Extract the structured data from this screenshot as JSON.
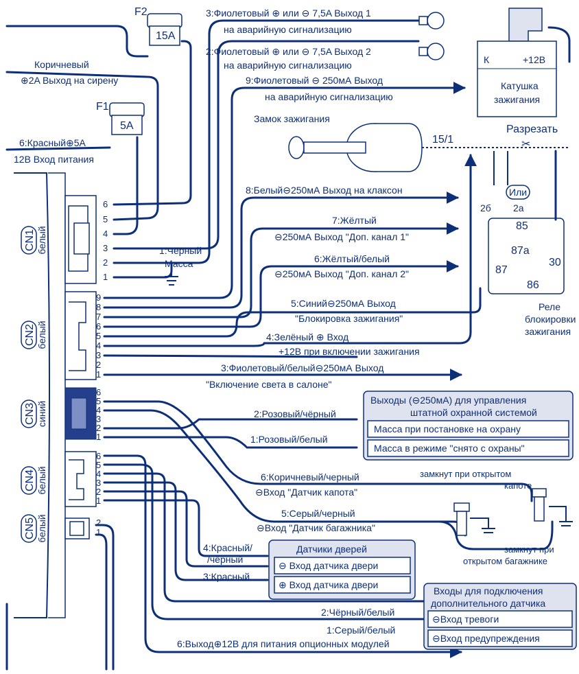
{
  "fuses": {
    "f2": {
      "name": "F2",
      "rating": "15A"
    },
    "f1": {
      "name": "F1",
      "rating": "5A"
    }
  },
  "left_labels": {
    "siren": [
      "Коричневый",
      "⊕2A Выход на сирену"
    ],
    "power": [
      "6:Красный⊕5A",
      "12В Вход питания"
    ]
  },
  "connectors": [
    {
      "name": "CN1",
      "color": "белый",
      "pins": [
        "6",
        "5",
        "4",
        "3",
        "2",
        "1"
      ]
    },
    {
      "name": "CN2",
      "color": "белый",
      "pins": [
        "9",
        "8",
        "7",
        "6",
        "5",
        "4",
        "3",
        "2",
        "1"
      ]
    },
    {
      "name": "CN3",
      "color": "синий",
      "pins": [
        "6",
        "5",
        "4",
        "3",
        "2",
        "1"
      ]
    },
    {
      "name": "CN4",
      "color": "белый",
      "pins": [
        "6",
        "5",
        "4",
        "3",
        "2",
        "1"
      ]
    },
    {
      "name": "CN5",
      "color": "белый",
      "pins": [
        "2",
        "1"
      ]
    }
  ],
  "ground_label": [
    "1:Чёрный",
    "Масса"
  ],
  "outputs": {
    "o1": [
      "3:Фиолетовый ⊕ или ⊖ 7,5A Выход 1",
      "на аварийную сигнализацию"
    ],
    "o2": [
      "2:Фиолетовый ⊕ или ⊖ 7,5A Выход 2",
      "на аварийную сигнализацию"
    ],
    "o3": [
      "9:Фиолетовый ⊖ 250мА Выход",
      "на аварийную сигнализацию"
    ],
    "horn": "8:Белый⊖250мА Выход на клаксон",
    "ch1": [
      "7:Жёлтый",
      "⊖250мА Выход \"Доп. канал 1\""
    ],
    "ch2": [
      "6:Жёлтый/белый",
      "⊖250мА Выход \"Доп. канал 2\""
    ],
    "block": [
      "5:Синий⊖250мА Выход",
      "\"Блокировка зажигания\""
    ],
    "ign_in": [
      "4:Зелёный ⊕ Вход",
      "+12В при включении зажигания"
    ],
    "light": [
      "3:Фиолетовый/белый⊖250мА Выход",
      "\"Включение света в салоне\""
    ],
    "mod": "6:Выход⊕12В для питания опционных модулей"
  },
  "ignition": {
    "lock_label": "Замок зажигания",
    "wire": "15/1",
    "cut": "Разрезать",
    "coil": {
      "k": "К",
      "v": "+12В",
      "title": [
        "Катушка",
        "зажигания"
      ]
    }
  },
  "relay": {
    "or": "Или",
    "p2b": "2б",
    "p2a": "2а",
    "pins": [
      "85",
      "87",
      "87a",
      "30",
      "86"
    ],
    "title": [
      "Реле",
      "блокировки",
      "зажигания"
    ]
  },
  "cn3_panel": {
    "title": [
      "Выходы (⊖250мА) для управления",
      "штатной охранной системой"
    ],
    "rows": [
      "Масса при постановке на охрану",
      "Масса в режиме \"снято с охраны\""
    ],
    "w2": "2:Розовый/чёрный",
    "w1": "1:Розовый/белый"
  },
  "hood": {
    "w": [
      "6:Коричневый/черный",
      "⊖Вход \"Датчик капота\""
    ],
    "note": [
      "замкнут при открытом",
      "капоте"
    ]
  },
  "trunk": {
    "w": [
      "5:Серый/черный",
      "⊖Вход \"Датчик багажника\""
    ],
    "note": [
      "замкнут при",
      "открытом багажнике"
    ]
  },
  "doors": {
    "title": "Датчики дверей",
    "rows": [
      "⊖ Вход датчика двери",
      "⊕ Вход датчика двери"
    ],
    "w4": [
      "4:Красный/",
      "/чёрный"
    ],
    "w3": "3:Красный"
  },
  "extra": {
    "title": [
      "Входы для подключения",
      "дополнительного датчика"
    ],
    "rows": [
      "⊖Вход тревоги",
      "⊖Вход предупреждения"
    ],
    "w2": "2:Чёрный/белый",
    "w1": "1:Серый/белый"
  }
}
